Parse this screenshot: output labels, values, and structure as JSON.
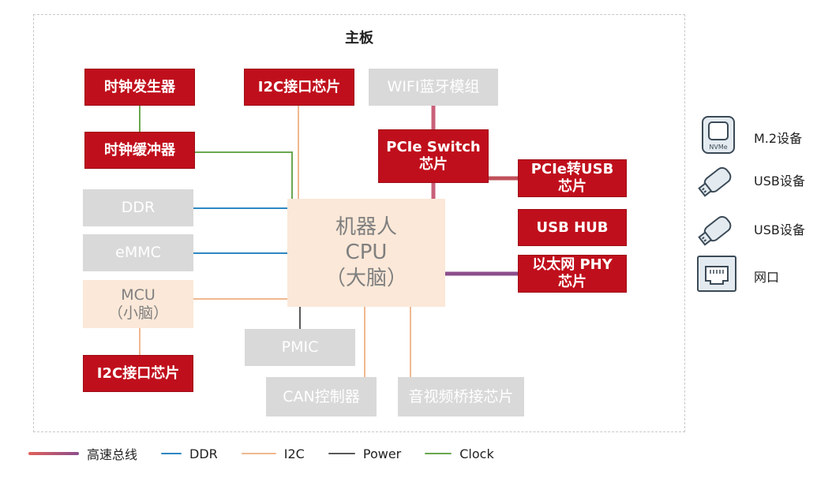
{
  "board": {
    "title": "主板"
  },
  "components": {
    "clock_gen": "时钟发生器",
    "clock_buf": "时钟缓冲器",
    "ddr": "DDR",
    "emmc": "eMMC",
    "mcu": "MCU\n（小脑）",
    "i2c_left": "I2C接口芯片",
    "i2c_top": "I2C接口芯片",
    "wifi": "WIFI蓝牙模组",
    "pcie_switch": "PCIe Switch\n芯片",
    "pcie_usb": "PCIe转USB\n芯片",
    "usb_hub": "USB HUB",
    "ethernet_phy": "以太网 PHY\n芯片",
    "cpu": "机器人\nCPU\n（大脑）",
    "pmic": "PMIC",
    "can": "CAN控制器",
    "av_bridge": "音视频桥接芯片"
  },
  "external": {
    "m2": "M.2设备",
    "m2_icon_text": "NVMe",
    "usb1": "USB设备",
    "usb2": "USB设备",
    "net": "网口"
  },
  "legend": {
    "high_speed": "高速总线",
    "ddr": "DDR",
    "i2c": "I2C",
    "power": "Power",
    "clock": "Clock"
  },
  "colors": {
    "high_speed_start": "#e0605a",
    "high_speed_end": "#8c4e8c",
    "ddr": "#2e86c1",
    "i2c": "#f0b890",
    "power": "#595959",
    "clock": "#6aa84f",
    "chip_red": "#c00f1c",
    "chip_gray": "#d9d9d9",
    "cpu_fill": "#fbe8d8"
  }
}
